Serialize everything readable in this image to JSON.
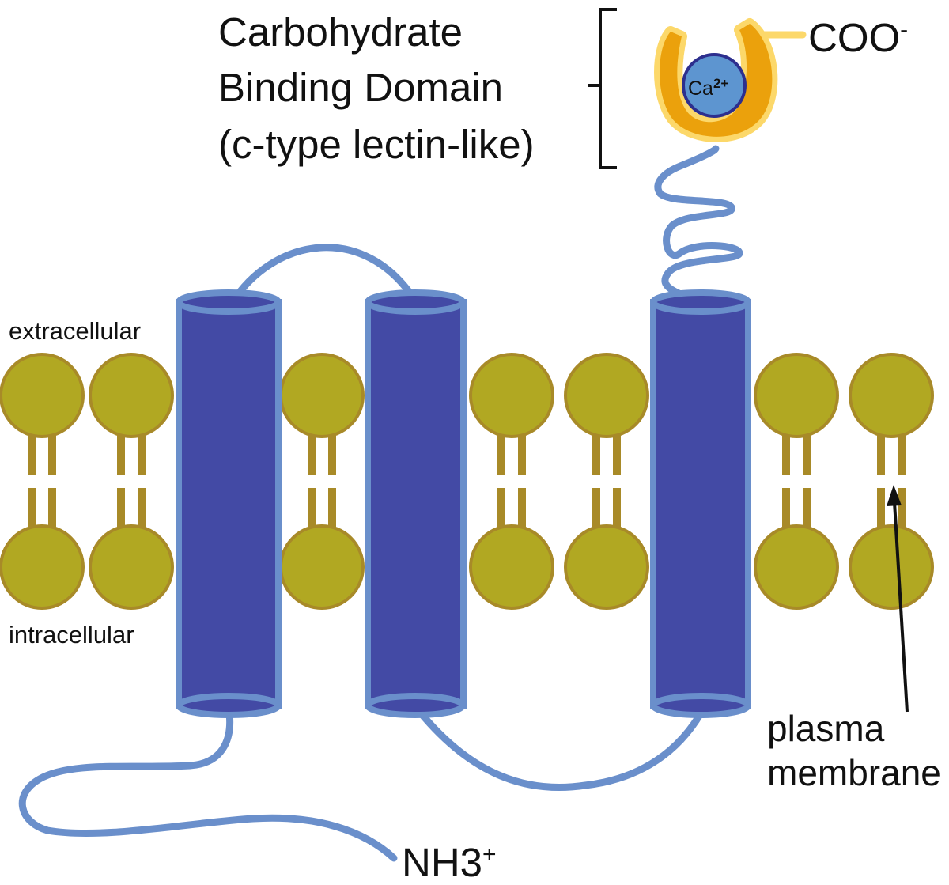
{
  "labels": {
    "domain_line1": "Carbohydrate",
    "domain_line2": "Binding Domain",
    "domain_line3": "(c-type lectin-like)",
    "c_terminus": "COO",
    "c_terminus_charge": "-",
    "calcium": "Ca",
    "calcium_charge": "2+",
    "extracellular": "extracellular",
    "intracellular": "intracellular",
    "membrane_line1": "plasma",
    "membrane_line2": "membrane",
    "n_terminus": "NH3",
    "n_terminus_charge": "+"
  },
  "colors": {
    "helix_fill": "#434aa5",
    "helix_outline": "#6a8fcb",
    "chain": "#6a8fcb",
    "lipid_head": "#b1a822",
    "lipid_outline": "#a88a28",
    "domain_orange": "#eba10c",
    "domain_glow": "#fcd86a",
    "calcium": "#5d95d0",
    "calcium_outline": "#2d2f8e",
    "text": "#111111"
  }
}
